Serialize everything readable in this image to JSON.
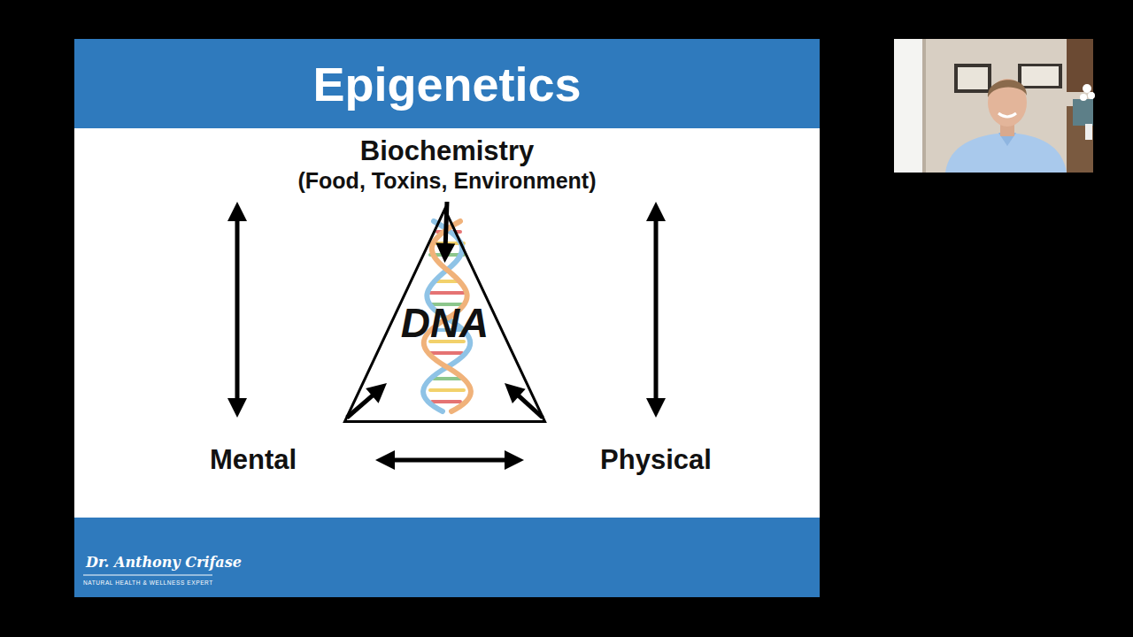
{
  "diagram": {
    "title": "Epigenetics",
    "nodes": [
      {
        "text": [
          "Biochemistry",
          "(Food, Toxins, Environment)"
        ]
      },
      {
        "text": [
          "DNA"
        ]
      },
      {
        "text": [
          "Mental"
        ]
      },
      {
        "text": [
          "Physical"
        ]
      }
    ],
    "edges": [
      {
        "from": 0,
        "to": 1,
        "arrow": "to"
      },
      {
        "from": 0,
        "to": 2,
        "arrow": "both"
      },
      {
        "from": 0,
        "to": 3,
        "arrow": "both"
      },
      {
        "from": 2,
        "to": 1,
        "arrow": "to"
      },
      {
        "from": 3,
        "to": 1,
        "arrow": "to"
      },
      {
        "from": 2,
        "to": 3,
        "arrow": "both"
      }
    ],
    "labels": [
      "Dr. Anthony Crifase",
      "NATURAL HEALTH & WELLNESS EXPERT"
    ]
  }
}
